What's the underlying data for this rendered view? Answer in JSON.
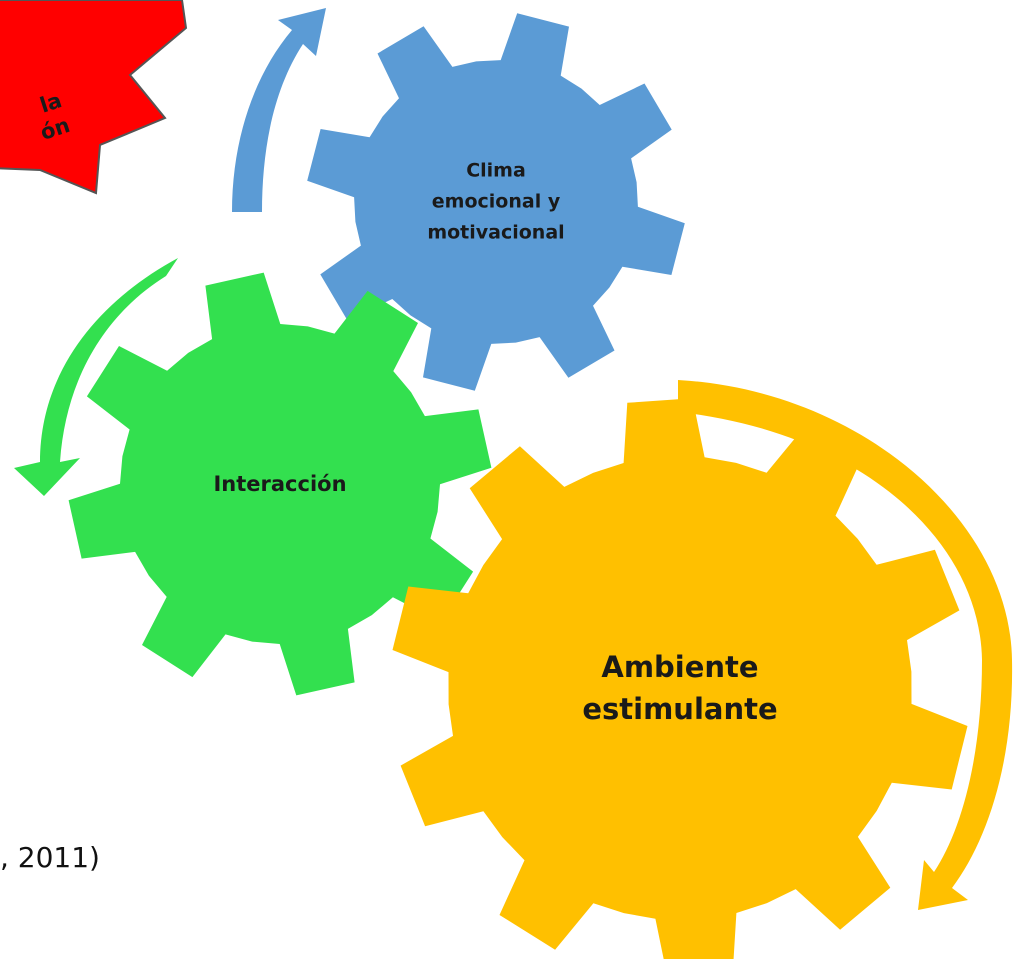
{
  "burst": {
    "lines": [
      "la",
      "ón"
    ],
    "color": "#ff0000"
  },
  "gears": {
    "blue": {
      "lines": [
        "Clima",
        "emocional y",
        "motivacional"
      ],
      "color": "#5b9bd5"
    },
    "green": {
      "lines": [
        "Interacción"
      ],
      "color": "#33e04f"
    },
    "yellow": {
      "lines": [
        "Ambiente",
        "estimulante"
      ],
      "color": "#ffc000"
    }
  },
  "arrows": {
    "blue": {
      "color": "#5b9bd5"
    },
    "green": {
      "color": "#33e04f"
    },
    "yellow": {
      "color": "#ffc000"
    }
  },
  "citation": ", 2011)"
}
